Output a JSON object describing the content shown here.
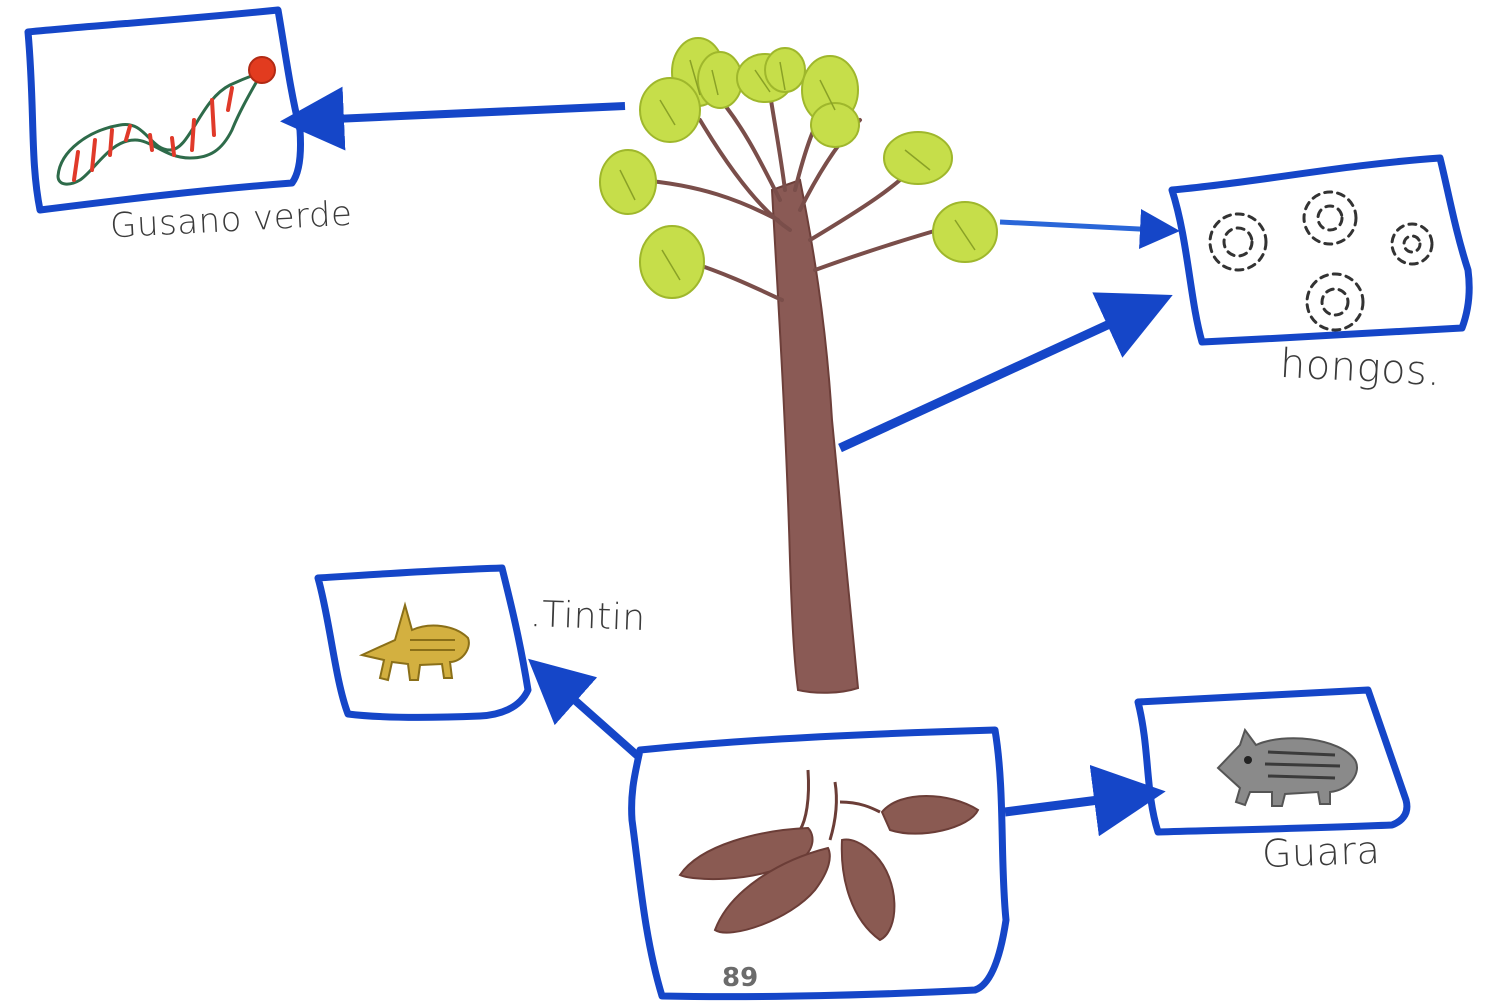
{
  "nodes": {
    "worm": {
      "label": "Gusano verde"
    },
    "fungi": {
      "label": "hongos."
    },
    "tintin": {
      "label": ".Tintin"
    },
    "guara": {
      "label": "Guara"
    },
    "tree": {
      "label": ""
    },
    "seeds": {
      "label": ""
    }
  },
  "page_number": "89",
  "colors": {
    "box_border": "#1546c8",
    "arrow": "#1546c8",
    "trunk": "#8a5a55",
    "leaves": "#c6de4a",
    "seeds": "#8a5a52",
    "worm_body": "#2e6b4a",
    "worm_stripes": "#e03a2a",
    "worm_head": "#e23b1f",
    "tintin_animal": "#d3b040",
    "guara_animal": "#7a7a7a",
    "fungi_spots": "#333333"
  },
  "icons": [
    "tree-drawing",
    "worm-drawing",
    "fungi-spores-drawing",
    "agouti-drawing",
    "peccary-drawing",
    "seeds-drawing"
  ]
}
